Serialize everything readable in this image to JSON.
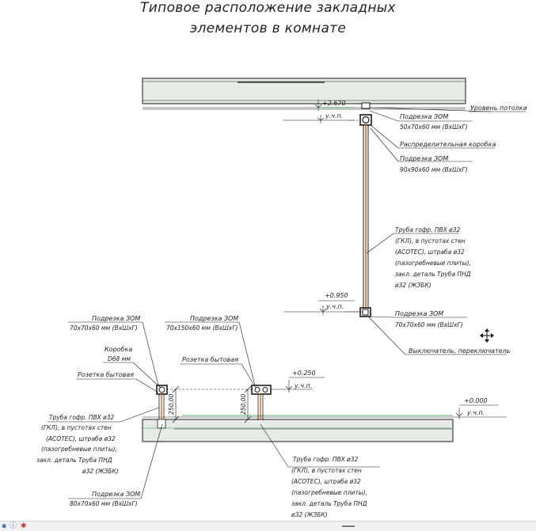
{
  "title": {
    "line1": "Типовое расположение закладных",
    "line2": "элементов в комнате"
  },
  "levels": {
    "ceiling_level": "+2.670",
    "switch_level": "+0.950",
    "socket_level": "+0.250",
    "floor_level": "+0.000",
    "uchp": "у.ч.п."
  },
  "labels": {
    "ceiling": "Уровень потолка",
    "cut_top_1": "Подрезка ЗОМ",
    "cut_top_1_dims": "50х70х60 мм (ВхШхГ)",
    "junction_box": "Распределительная коробка",
    "cut_top_2": "Подрезка ЗОМ",
    "cut_top_2_dims": "90х90х60 мм (ВхШхГ)",
    "pipe_right": [
      "Труба гофр. ПВХ ø32",
      "(ГКЛ), в пустотах стен",
      "(АСОТЕС), штраба ø32",
      "(пазогребневые плиты),",
      "закл. деталь Труба ПНД",
      "ø32 (ЖЗБК)"
    ],
    "cut_switch": "Подрезка ЗОМ",
    "cut_switch_dims": "70х70х60 мм (ВхШхГ)",
    "switch": "Выключатель, переключатель",
    "cut_left_top": "Подрезка ЗОМ",
    "cut_left_top_dims": "70х70х60 мм (ВхШхГ)",
    "box": "Коробка",
    "box_dims": "D68 мм",
    "socket_left": "Розетка бытовая",
    "cut_mid_top": "Подрезка ЗОМ",
    "cut_mid_top_dims": "70х150х60 мм (ВхШхГ)",
    "socket_mid": "Розетка бытовая",
    "pipe_left": [
      "Труба гофр. ПВХ ø32",
      "(ГКЛ), в пустотах стен",
      "(АСОТЕС), штраба ø32",
      "(пазогребневые плиты),",
      "закл. деталь Труба ПНД",
      "ø32 (ЖЗБК)"
    ],
    "cut_bottom": "Подрезка ЗОМ",
    "cut_bottom_dims": "80х70х60 мм (ВхШхГ)",
    "pipe_bottom": [
      "Труба гофр. ПВХ ø32",
      "(ГКЛ), в пустотах стен",
      "(АСОТЕС), штраба ø32",
      "(пазогребневые плиты),",
      "закл. деталь Труба ПНД",
      "ø32 (ЖЗБК)"
    ],
    "dim_left": "250,00",
    "dim_mid": "250,00"
  },
  "colors": {
    "line": "#1a1a1a",
    "pipe": "#d2691e",
    "slab_fill": "#e6ebe6",
    "green": "#2a9a3a"
  },
  "icons": [
    "move-cursor-icon",
    "status-icon"
  ]
}
